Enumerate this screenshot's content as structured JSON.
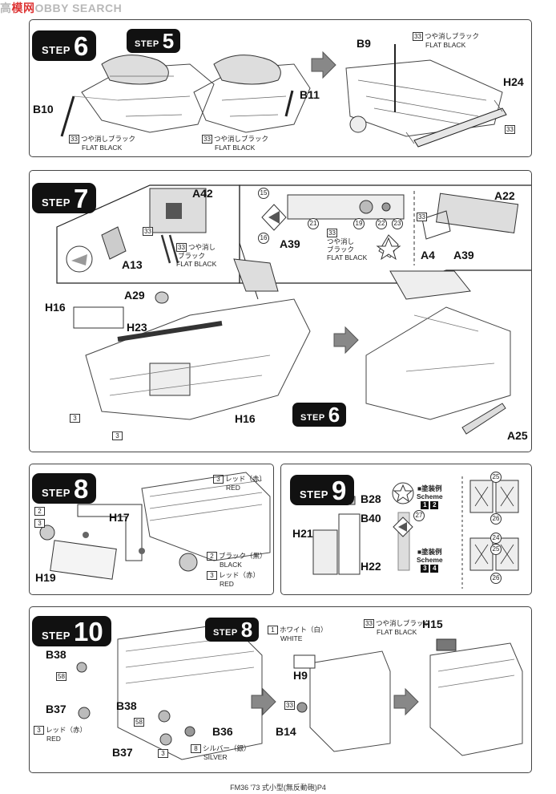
{
  "watermark": {
    "prefix": "高",
    "red": "模网",
    "rest": "OBBY SEARCH"
  },
  "step6": {
    "badge": {
      "word": "STEP",
      "num": "6"
    },
    "ref_badge": {
      "word": "STEP",
      "num": "5"
    },
    "labels": {
      "b10": "B10",
      "b11": "B11",
      "b9": "B9",
      "h24": "H24"
    },
    "paint_b10": {
      "code": "33",
      "jp": "つや消しブラック",
      "en": "FLAT BLACK"
    },
    "paint_b11": {
      "code": "33",
      "jp": "つや消しブラック",
      "en": "FLAT BLACK"
    },
    "paint_b9": {
      "code": "33",
      "jp": "つや消しブラック",
      "en": "FLAT BLACK"
    },
    "code_h24": "33"
  },
  "step7": {
    "badge": {
      "word": "STEP",
      "num": "7"
    },
    "ref_badge": {
      "word": "STEP",
      "num": "6"
    },
    "labels": {
      "a42": "A42",
      "a13": "A13",
      "a39": "A39",
      "a39b": "A39",
      "a22": "A22",
      "a4": "A4",
      "a29": "A29",
      "h16": "H16",
      "h23": "H23",
      "h16b": "H16",
      "a25": "A25"
    },
    "paint_a13": {
      "code": "33",
      "jp1": "つや消し",
      "jp2": "ブラック",
      "en": "FLAT BLACK"
    },
    "paint_a39": {
      "code": "33",
      "jp1": "つや消し",
      "jp2": "ブラック",
      "en": "FLAT BLACK"
    },
    "codes": {
      "a42": "33",
      "a4": "33",
      "h16": "3",
      "bottom": "3"
    },
    "decals": {
      "d15": "15",
      "d16": "16",
      "d21": "21",
      "d19": "19",
      "d22": "22",
      "d23": "23"
    }
  },
  "step8": {
    "badge": {
      "word": "STEP",
      "num": "8"
    },
    "labels": {
      "h17": "H17",
      "h19": "H19"
    },
    "codes": {
      "c2": "2",
      "c3": "3"
    },
    "paint_red_top": {
      "code": "3",
      "jp": "レッド（赤）",
      "en": "RED"
    },
    "paint_black": {
      "code": "2",
      "jp": "ブラック（黒）",
      "en": "BLACK"
    },
    "paint_red_bottom": {
      "code": "3",
      "jp": "レッド（赤）",
      "en": "RED"
    }
  },
  "step9": {
    "badge": {
      "word": "STEP",
      "num": "9"
    },
    "labels": {
      "b28": "B28",
      "b40": "B40",
      "h21": "H21",
      "h22": "H22"
    },
    "scheme_top": {
      "title": "■塗装例",
      "word": "Scheme",
      "a": "1",
      "b": "2"
    },
    "scheme_bottom": {
      "title": "■塗装例",
      "word": "Scheme",
      "a": "3",
      "b": "4"
    },
    "decals": {
      "d25a": "25",
      "d26a": "26",
      "d27": "27",
      "d24": "24",
      "d25b": "25",
      "d26b": "26"
    }
  },
  "step10": {
    "badge": {
      "word": "STEP",
      "num": "10"
    },
    "ref_badge": {
      "word": "STEP",
      "num": "8"
    },
    "labels": {
      "b38": "B38",
      "b37": "B37",
      "b38b": "B38",
      "b37b": "B37",
      "b36": "B36",
      "h9": "H9",
      "b14": "B14",
      "h15": "H15"
    },
    "paint_b37": {
      "code": "3",
      "jp": "レッド（赤）",
      "en": "RED"
    },
    "paint_b36": {
      "code": "8",
      "jp": "シルバー（銀）",
      "en": "SILVER"
    },
    "paint_h9": {
      "code": "1",
      "jp": "ホワイト（白）",
      "en": "WHITE"
    },
    "paint_h15": {
      "code": "33",
      "jp": "つや消しブラック",
      "en": "FLAT BLACK"
    },
    "codes": {
      "b38": "58",
      "b38b": "58",
      "b37b": "3",
      "b14": "33"
    }
  },
  "footer": "FM36 '73 式小型(無反動砲)P4"
}
